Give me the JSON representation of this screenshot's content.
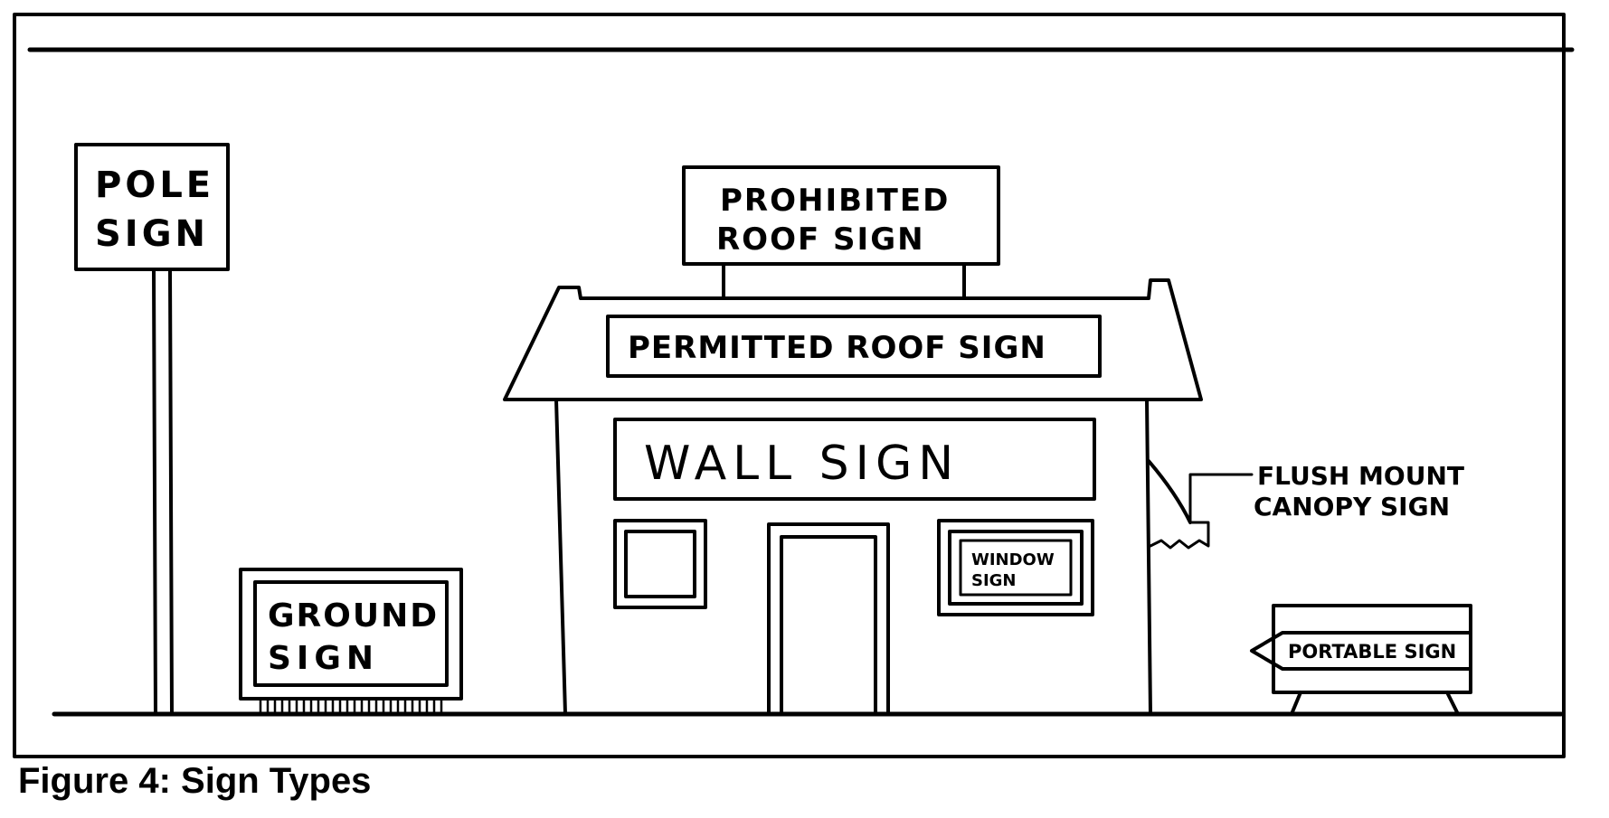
{
  "signs": {
    "pole": [
      "POLE",
      "SIGN"
    ],
    "ground": [
      "GROUND",
      "SIGN"
    ],
    "prohibited_roof": [
      "PROHIBITED",
      "ROOF SIGN"
    ],
    "permitted_roof": "PERMITTED ROOF SIGN",
    "wall": "WALL SIGN",
    "window": [
      "WINDOW",
      "SIGN"
    ],
    "canopy": [
      "FLUSH MOUNT",
      "CANOPY SIGN"
    ],
    "portable": "PORTABLE SIGN"
  },
  "caption": "Figure 4: Sign Types"
}
